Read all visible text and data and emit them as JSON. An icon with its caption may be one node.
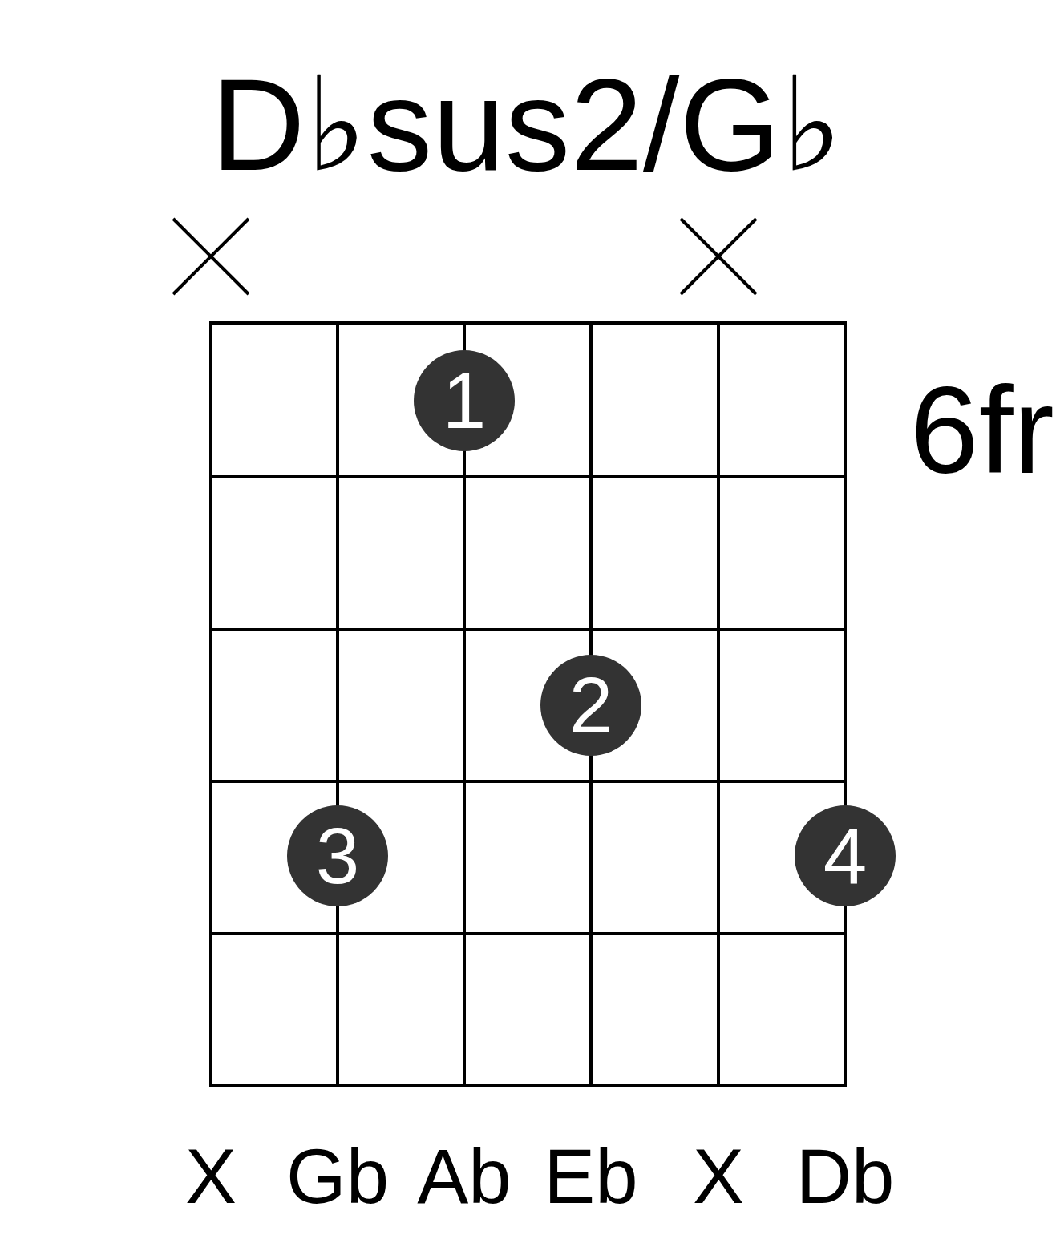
{
  "diagram": {
    "title": "D♭sus2/G♭",
    "nodes": [
      {
        "text": [
          "1"
        ]
      },
      {
        "text": [
          "2"
        ]
      },
      {
        "text": [
          "3"
        ]
      },
      {
        "text": [
          "4"
        ]
      }
    ],
    "labels": [
      "6fr",
      "X",
      "Gb",
      "Ab",
      "Eb",
      "X",
      "Db"
    ]
  }
}
